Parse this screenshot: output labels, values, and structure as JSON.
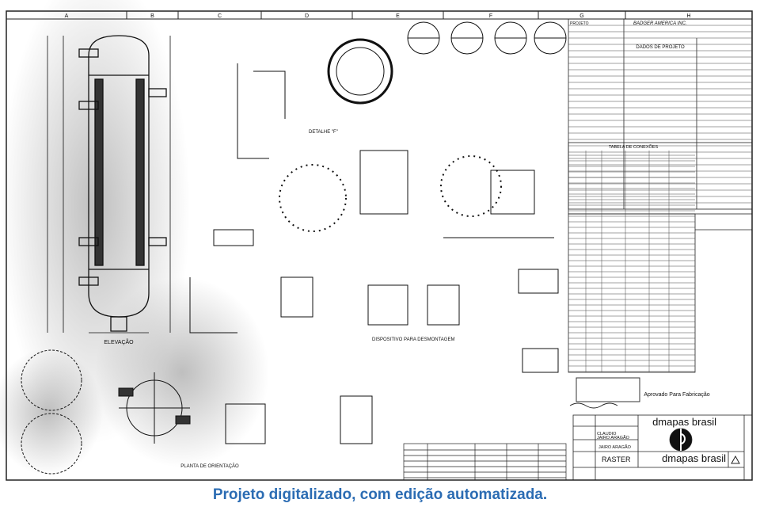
{
  "columns": [
    "A",
    "B",
    "C",
    "D",
    "E",
    "F",
    "G",
    "H"
  ],
  "labels": {
    "elevation": "ELEVAÇÃO",
    "orientation_plan": "PLANTA DE ORIENTAÇÃO",
    "design_data": "DADOS DE PROJETO",
    "connections_table": "TABELA DE CONEXÕES",
    "detail_f": "DETALHE \"F\"",
    "dismantling": "DISPOSITIVO PARA DESMONTAGEM"
  },
  "title_block": {
    "project_label": "PROJETO",
    "project_value": "BADGER AMERICA INC.",
    "client": "dmapas brasil",
    "drawing_no": "dmapas brasil",
    "drawn_by": "CLAUDIO",
    "checked_by": "JAIRO ARAGÃO",
    "approved_by": "JAIRO ARAGÃO",
    "scale_value": "RASTER"
  },
  "stamp": {
    "approved": "Aprovado Para Fabricação"
  },
  "caption": "Projeto digitalizado, com edição automatizada.",
  "colors": {
    "caption": "#2b6cb3",
    "ink": "#111111",
    "paper": "#ffffff"
  }
}
